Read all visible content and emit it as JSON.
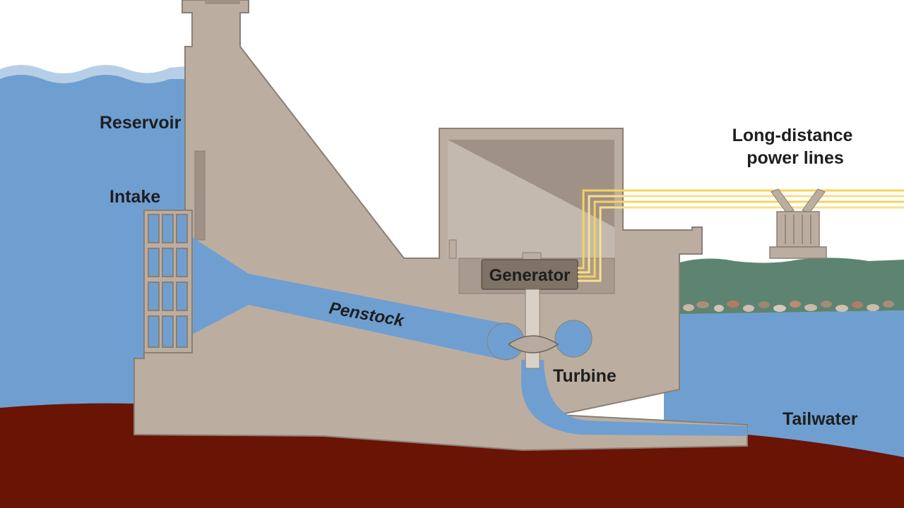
{
  "labels": {
    "reservoir": "Reservoir",
    "intake": "Intake",
    "penstock": "Penstock",
    "generator": "Generator",
    "turbine": "Turbine",
    "power_lines_line1": "Long-distance",
    "power_lines_line2": "power lines",
    "tailwater": "Tailwater"
  },
  "colors": {
    "water": "#6f9fd1",
    "water_surface": "#b7cfe6",
    "dam": "#bbaea1",
    "dam_outline": "#8a7f74",
    "bedrock": "#6a1406",
    "powerhouse_room": "#9f9186",
    "generator": "#7f7266",
    "power_lines": "#f4d35e",
    "hill": "#5d8470"
  }
}
